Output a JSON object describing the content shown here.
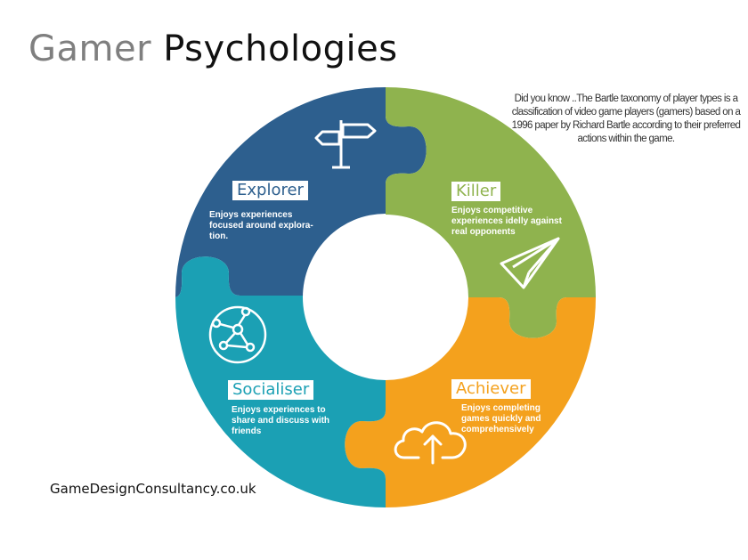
{
  "title": {
    "part1": "Gamer",
    "part2": "Psychologies"
  },
  "note": "Did you know ..The Bartle taxonomy of player types is a classification of video game players (gamers) based on a 1996 paper by Richard Bartle according to their preferred actions within the game.",
  "footer": "GameDesignConsultancy.co.uk",
  "colors": {
    "explorer": "#2d5f8e",
    "killer": "#8fb34e",
    "achiever": "#f4a11d",
    "socialiser": "#1ba0b4"
  },
  "segments": {
    "explorer": {
      "title": "Explorer",
      "desc": "Enjoys experiences focused around explora- tion.",
      "icon": "signpost-icon"
    },
    "killer": {
      "title": "Killer",
      "desc": "Enjoys competitive experiences idelly against real opponents",
      "icon": "paper-plane-icon"
    },
    "achiever": {
      "title": "Achiever",
      "desc": "Enjoys completing games quickly and comprehensively",
      "icon": "cloud-upload-icon"
    },
    "socialiser": {
      "title": "Socialiser",
      "desc": "Enjoys experiences to share and discuss with friends",
      "icon": "network-icon"
    }
  }
}
